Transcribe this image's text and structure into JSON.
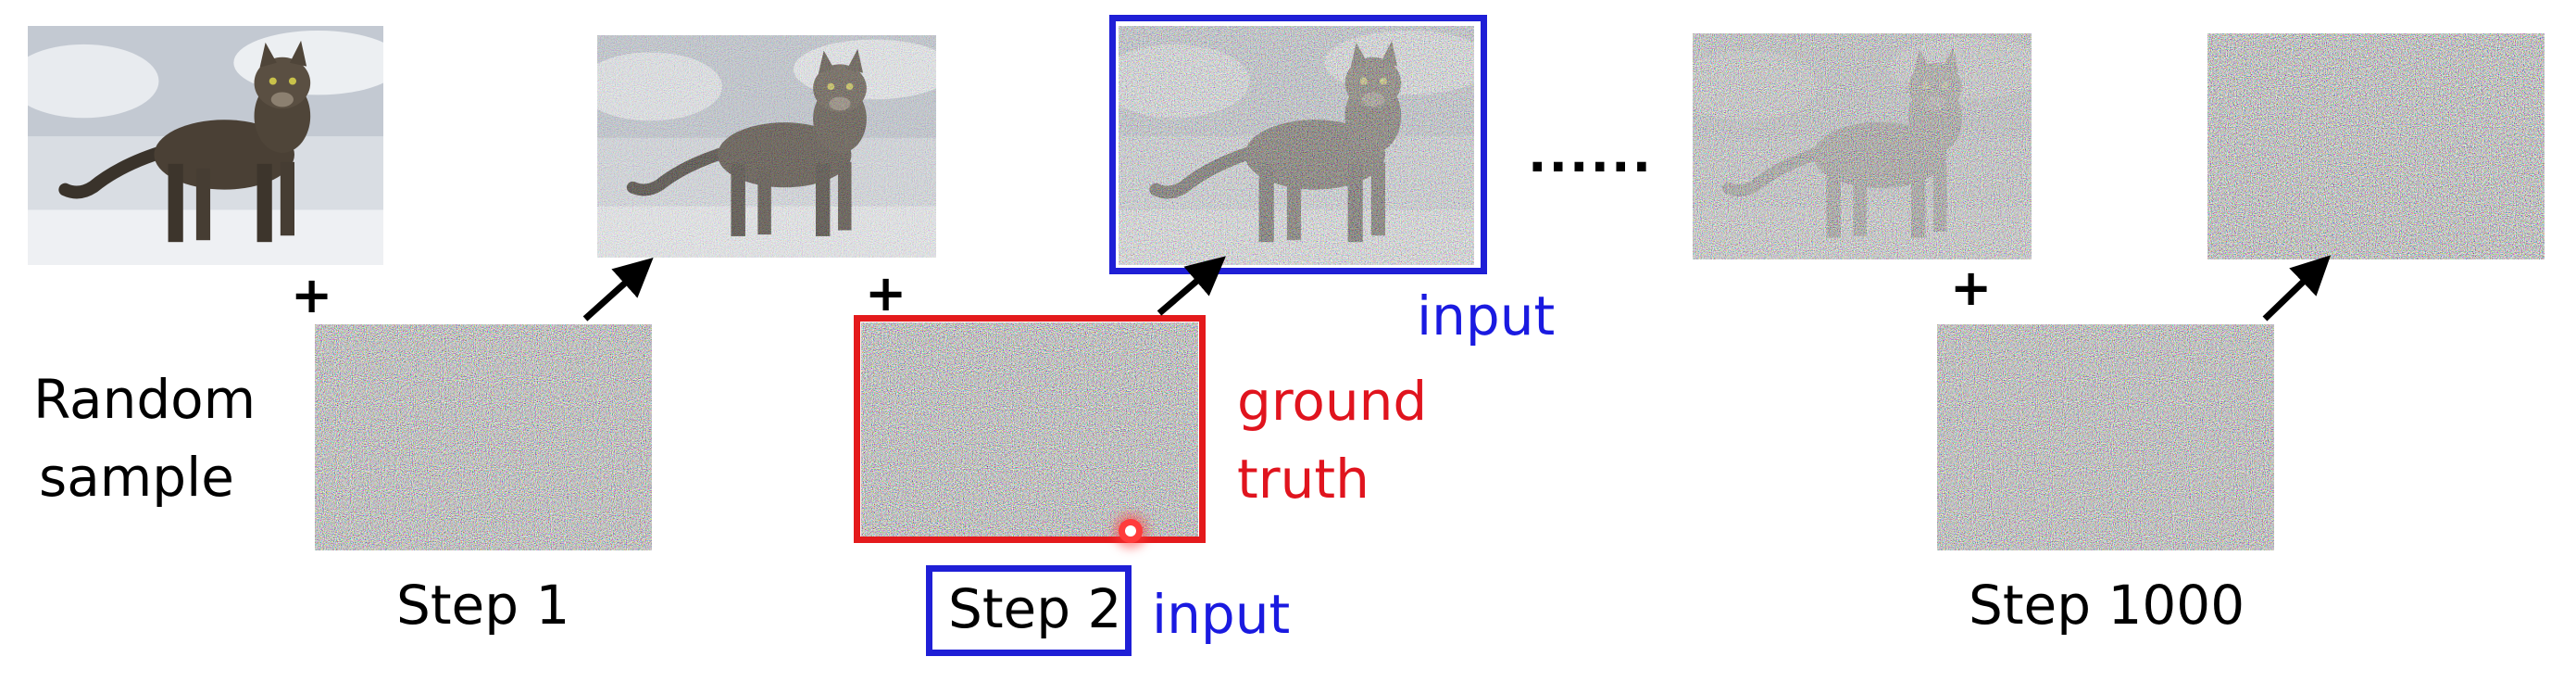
{
  "random_sample_label": [
    "Random",
    "sample"
  ],
  "steps": [
    {
      "label": "Step 1"
    },
    {
      "label": "Step 2"
    },
    {
      "label": "Step 1000"
    }
  ],
  "annotations": {
    "input_top": "input",
    "input_bottom": "input",
    "ground_truth": [
      "ground",
      "truth"
    ],
    "ellipsis": "......"
  },
  "plus_sign": "+",
  "colors": {
    "input_box": "#1f1fd6",
    "ground_truth_box": "#e41a1c",
    "input_text": "#1a1ae0",
    "ground_truth_text": "#e0141e"
  },
  "noise_levels": {
    "clean": 0.0,
    "step1": 0.35,
    "step2": 0.75,
    "step999": 0.97,
    "step1000": 1.0
  }
}
